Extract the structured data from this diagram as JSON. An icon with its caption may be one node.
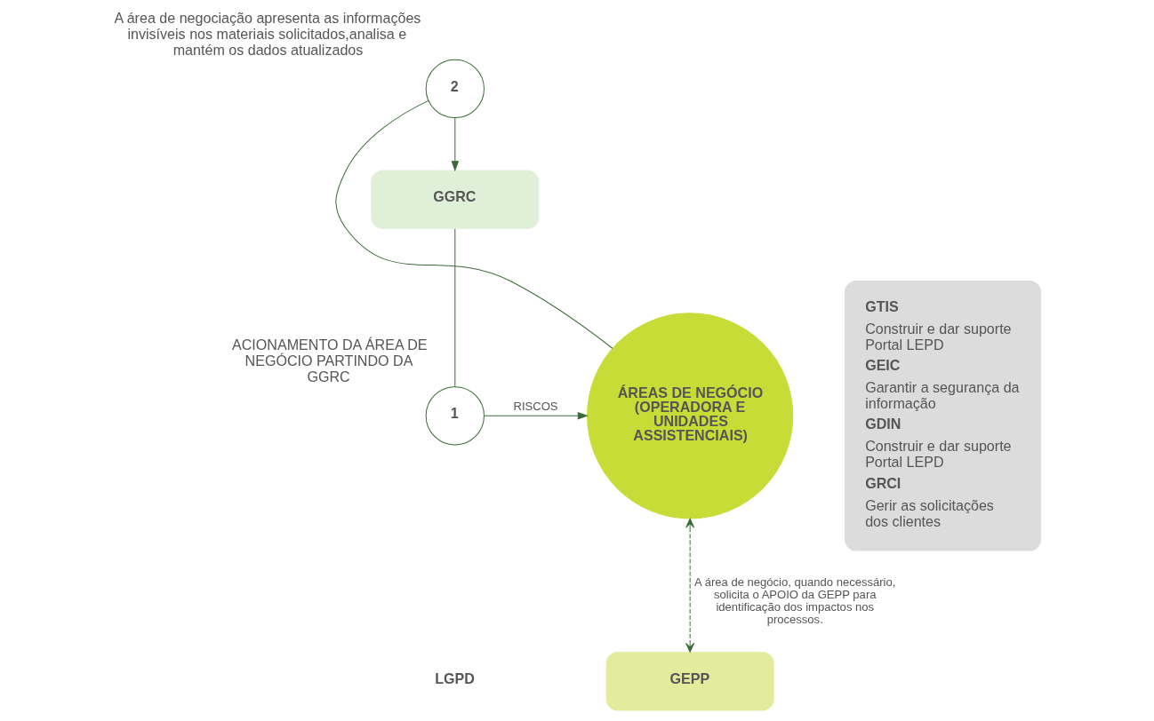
{
  "diagram": {
    "nodes": [
      {
        "text": [
          "GGRC"
        ]
      },
      {
        "text": [
          "1"
        ],
        "beside": [
          "ACIONAMENTO DA ÁREA DE NEGÓCIO PARTINDO DA GGRC"
        ]
      },
      {
        "text": [
          "ÁREAS DE NEGÓCIO (OPERADORA E UNIDADES ASSISTENCIAIS)"
        ]
      },
      {
        "text": [
          "2"
        ],
        "beside": [
          "A área de negociação apresenta as informações invisíveis nos materiais solicitados,analisa e mantém os dados atualizados"
        ]
      },
      {
        "text": [
          "GTIS",
          "Construir e dar suporte Portal LEPD",
          "GEIC",
          "Garantir a segurança da informação",
          "GDIN",
          "Construir e dar suporte Portal LEPD",
          "GRCI",
          "Gerir as solicitações dos clientes"
        ]
      },
      {
        "text": [
          "GEPP"
        ]
      }
    ],
    "edges": [
      {
        "from": 0,
        "to": 1,
        "arrow": "none"
      },
      {
        "from": 1,
        "to": 2,
        "arrow": "to",
        "label": "RISCOS"
      },
      {
        "from": 2,
        "to": 3,
        "arrow": "none"
      },
      {
        "from": 3,
        "to": 0,
        "arrow": "to"
      },
      {
        "from": 2,
        "to": 5,
        "arrow": "both",
        "style": "dashed",
        "label": "A área de negócio, quando necessário, solicita o APOIO da GEPP para identificação dos impactos nos processos."
      }
    ],
    "labels": [
      "LGPD"
    ]
  }
}
